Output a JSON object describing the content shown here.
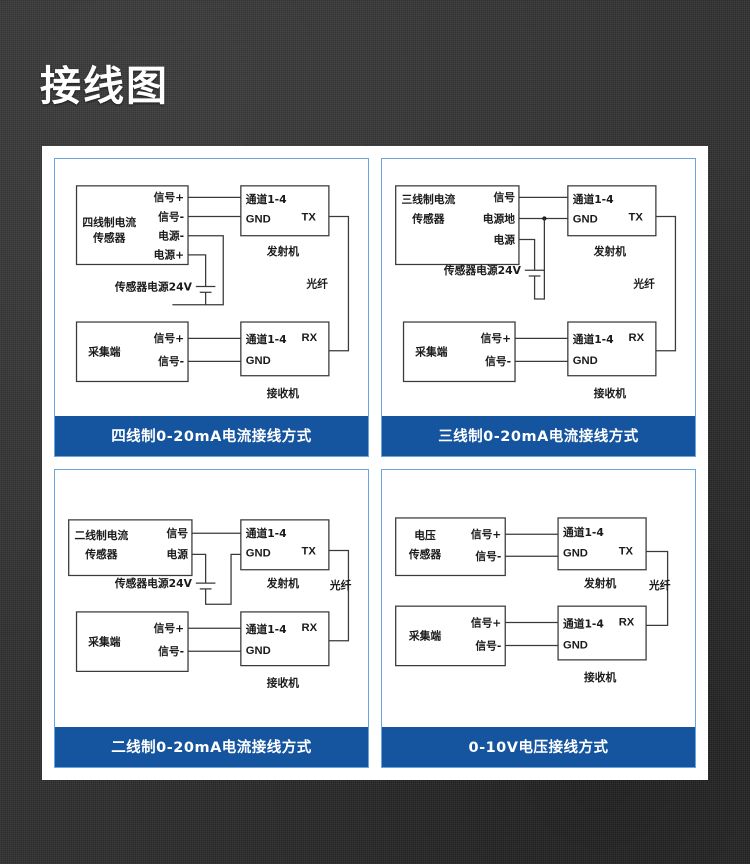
{
  "page": {
    "title": "接线图",
    "background_color": "#323232",
    "card_color": "#ffffff",
    "panel_border_color": "#6aa6dd",
    "caption_color": "#15549e"
  },
  "common": {
    "transmitter_label": "发射机",
    "receiver_label": "接收机",
    "fiber_label": "光纤",
    "channel_label": "通道1-4",
    "gnd_label": "GND",
    "tx_label": "TX",
    "rx_label": "RX",
    "collector_label": "采集端",
    "signal_plus": "信号+",
    "signal_minus": "信号-",
    "power_supply_24v": "传感器电源24V"
  },
  "panels": [
    {
      "id": "four-wire-current",
      "caption": "四线制0-20mA电流接线方式",
      "sensor_label_line1": "四线制电流",
      "sensor_label_line2": "传感器",
      "sensor_terminals": [
        "信号+",
        "信号-",
        "电源-",
        "电源+"
      ],
      "power_label": "传感器电源24V",
      "has_power_supply": true,
      "has_junction_dot": false,
      "transmitter": {
        "channel": "通道1-4",
        "gnd": "GND",
        "port": "TX",
        "name": "发射机"
      },
      "receiver": {
        "channel": "通道1-4",
        "gnd": "GND",
        "port": "RX",
        "name": "接收机"
      },
      "collector": {
        "name": "采集端",
        "terminals": [
          "信号+",
          "信号-"
        ]
      },
      "fiber": "光纤"
    },
    {
      "id": "three-wire-current",
      "caption": "三线制0-20mA电流接线方式",
      "sensor_label_line1": "三线制电流",
      "sensor_label_line2": "传感器",
      "sensor_terminals": [
        "信号",
        "电源地",
        "电源"
      ],
      "power_label": "传感器电源24V",
      "has_power_supply": true,
      "has_junction_dot": true,
      "transmitter": {
        "channel": "通道1-4",
        "gnd": "GND",
        "port": "TX",
        "name": "发射机"
      },
      "receiver": {
        "channel": "通道1-4",
        "gnd": "GND",
        "port": "RX",
        "name": "接收机"
      },
      "collector": {
        "name": "采集端",
        "terminals": [
          "信号+",
          "信号-"
        ]
      },
      "fiber": "光纤"
    },
    {
      "id": "two-wire-current",
      "caption": "二线制0-20mA电流接线方式",
      "sensor_label_line1": "二线制电流",
      "sensor_label_line2": "传感器",
      "sensor_terminals": [
        "信号",
        "电源"
      ],
      "power_label": "传感器电源24V",
      "has_power_supply": true,
      "has_junction_dot": false,
      "transmitter": {
        "channel": "通道1-4",
        "gnd": "GND",
        "port": "TX",
        "name": "发射机"
      },
      "receiver": {
        "channel": "通道1-4",
        "gnd": "GND",
        "port": "RX",
        "name": "接收机"
      },
      "collector": {
        "name": "采集端",
        "terminals": [
          "信号+",
          "信号-"
        ]
      },
      "fiber": "光纤"
    },
    {
      "id": "voltage-0-10v",
      "caption": "0-10V电压接线方式",
      "sensor_label_line1": "电压",
      "sensor_label_line2": "传感器",
      "sensor_terminals": [
        "信号+",
        "信号-"
      ],
      "power_label": "",
      "has_power_supply": false,
      "has_junction_dot": false,
      "transmitter": {
        "channel": "通道1-4",
        "gnd": "GND",
        "port": "TX",
        "name": "发射机"
      },
      "receiver": {
        "channel": "通道1-4",
        "gnd": "GND",
        "port": "RX",
        "name": "接收机"
      },
      "collector": {
        "name": "采集端",
        "terminals": [
          "信号+",
          "信号-"
        ]
      },
      "fiber": "光纤"
    }
  ]
}
